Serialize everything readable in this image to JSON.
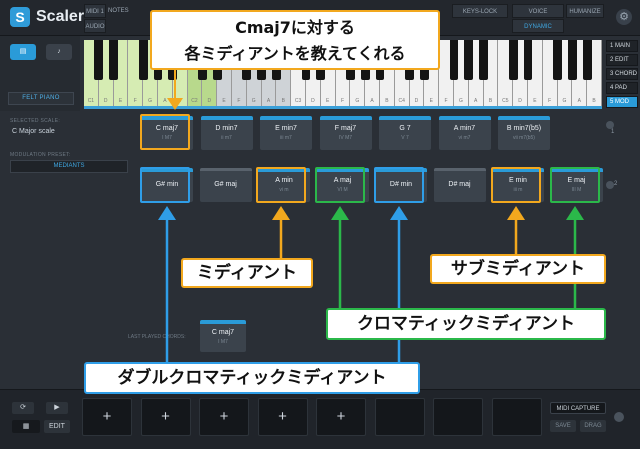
{
  "app": {
    "title": "Scaler",
    "logo_letter": "S"
  },
  "topbar": {
    "midi_label": "MIDI 1",
    "audio_label": "AUDIO",
    "notes_label": "NOTES",
    "keys_lock_label": "KEYS-LOCK",
    "voice_grouping_label": "VOICE GROUPING",
    "humanize_label": "HUMANIZE",
    "voice_grouping_value": "DYNAMIC"
  },
  "left_panel": {
    "instrument": "FELT PIANO"
  },
  "keyboard": {
    "labels_a": [
      "C1",
      "D",
      "E",
      "F",
      "G",
      "A",
      "B",
      "C2",
      "D",
      "E",
      "F",
      "G",
      "A",
      "B"
    ],
    "labels_b": [
      "C3",
      "D",
      "E",
      "F",
      "G",
      "A",
      "B",
      "C4",
      "D",
      "E",
      "F",
      "G",
      "A",
      "B",
      "C5",
      "D",
      "E",
      "F",
      "G",
      "A",
      "B"
    ]
  },
  "right_tabs": [
    {
      "label": "1 MAIN",
      "active": false
    },
    {
      "label": "2 EDIT",
      "active": false
    },
    {
      "label": "3 CHORD",
      "active": false
    },
    {
      "label": "4 PAD",
      "active": false
    },
    {
      "label": "5 MOD",
      "active": true
    }
  ],
  "scale": {
    "selected_label": "SELECTED SCALE:",
    "selected_value": "C  Major scale",
    "modulation_label": "MODULATION PRESET:",
    "modulation_value": "MEDIANTS"
  },
  "row1": [
    {
      "name": "C maj7",
      "degree": "I M7"
    },
    {
      "name": "D min7",
      "degree": "ii m7"
    },
    {
      "name": "E min7",
      "degree": "iii m7"
    },
    {
      "name": "F maj7",
      "degree": "IV M7"
    },
    {
      "name": "G 7",
      "degree": "V 7"
    },
    {
      "name": "A min7",
      "degree": "vi m7"
    },
    {
      "name": "B min7(b5)",
      "degree": "vii m7(b5)"
    }
  ],
  "row2": [
    {
      "name": "G# min",
      "degree": ""
    },
    {
      "name": "G# maj",
      "degree": ""
    },
    {
      "name": "A min",
      "degree": "vi m"
    },
    {
      "name": "A maj",
      "degree": "VI M"
    },
    {
      "name": "D# min",
      "degree": ""
    },
    {
      "name": "D# maj",
      "degree": ""
    },
    {
      "name": "E min",
      "degree": "iii m"
    },
    {
      "name": "E maj",
      "degree": "III M"
    }
  ],
  "row_numbers": [
    "1",
    "2"
  ],
  "last_played": {
    "label": "LAST PLAYED CHORDS:",
    "name": "C maj7",
    "degree": "I M7"
  },
  "bottom": {
    "slot_symbol": "+",
    "edit_label": "EDIT",
    "midi_capture_label": "MIDI CAPTURE",
    "save_label": "SAVE",
    "drag_label": "DRAG"
  },
  "annotations": {
    "top_callout_line1": "Cmaj7に対する",
    "top_callout_line2": "各ミディアントを教えてくれる",
    "mediant": "ミディアント",
    "submediant": "サブミディアント",
    "chromatic_mediant": "クロマティックミディアント",
    "double_chromatic_mediant": "ダブルクロマティックミディアント"
  },
  "colors": {
    "accent_blue": "#2a9bd8",
    "annotation_orange": "#f2a81e",
    "annotation_blue": "#2f9ee8",
    "annotation_green": "#2bb84a"
  }
}
